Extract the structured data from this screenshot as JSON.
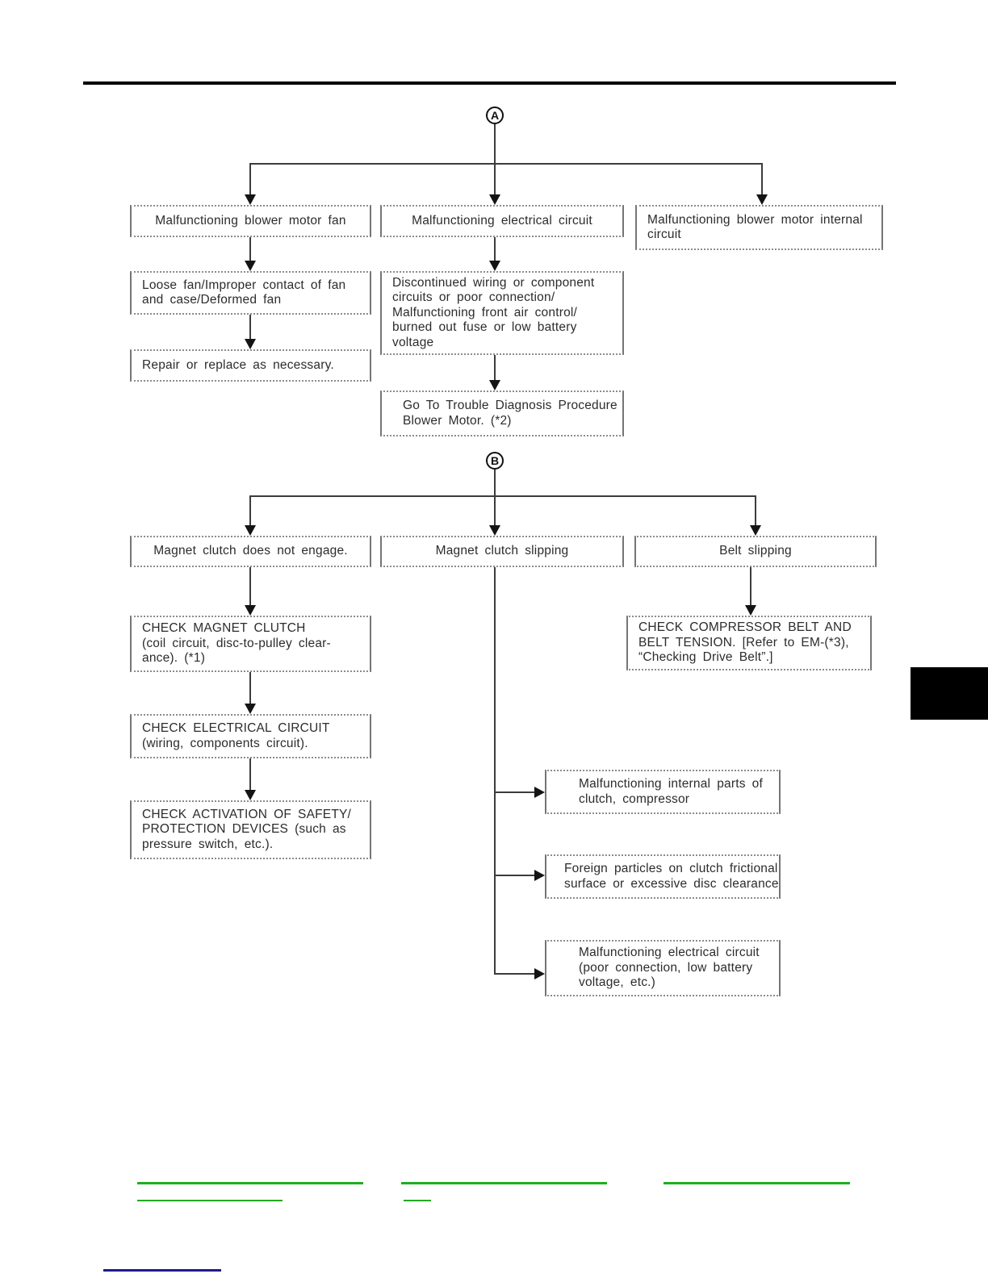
{
  "markers": {
    "a": "A",
    "b": "B"
  },
  "nodes": {
    "malfunctioning_blower_fan": {
      "lines": [
        "Malfunctioning blower motor fan"
      ]
    },
    "malfunctioning_elec_circuit": {
      "lines": [
        "Malfunctioning electrical circuit"
      ]
    },
    "malfunctioning_blower_internal": {
      "lines": [
        "Malfunctioning blower motor internal",
        "circuit"
      ]
    },
    "loose_fan": {
      "lines": [
        "Loose fan/Improper contact of fan",
        "and case/Deformed fan"
      ]
    },
    "repair_replace": {
      "lines": [
        "Repair or replace as necessary."
      ]
    },
    "discontinued_wiring": {
      "lines": [
        "Discontinued wiring or component",
        "circuits or poor connection/",
        "Malfunctioning front air control/",
        "burned out fuse or low battery",
        "voltage"
      ]
    },
    "go_to_trouble": {
      "lines": [
        "Go To Trouble Diagnosis Procedure",
        "Blower Motor. (*2)"
      ]
    },
    "clutch_not_engage": {
      "lines": [
        "Magnet clutch does not engage."
      ]
    },
    "clutch_slipping": {
      "lines": [
        "Magnet clutch slipping"
      ]
    },
    "belt_slipping": {
      "lines": [
        "Belt slipping"
      ]
    },
    "check_magnet_clutch": {
      "lines": [
        "CHECK MAGNET CLUTCH",
        "(coil circuit, disc-to-pulley clear-",
        "ance). (*1)"
      ]
    },
    "check_electrical_circuit": {
      "lines": [
        "CHECK ELECTRICAL CIRCUIT",
        "(wiring, components circuit)."
      ]
    },
    "check_safety_devices": {
      "lines": [
        "CHECK ACTIVATION OF SAFETY/",
        "PROTECTION DEVICES (such as",
        "pressure switch, etc.)."
      ]
    },
    "check_compressor_belt": {
      "lines": [
        "CHECK COMPRESSOR BELT AND",
        "BELT TENSION. [Refer to EM-(*3),",
        "“Checking Drive Belt”.]"
      ]
    },
    "internal_parts": {
      "lines": [
        "Malfunctioning internal parts of",
        "clutch, compressor"
      ]
    },
    "foreign_particles": {
      "lines": [
        "Foreign particles on clutch frictional",
        "surface or excessive disc clearance"
      ]
    },
    "elec_circuit_poor": {
      "lines": [
        "Malfunctioning electrical circuit",
        "(poor connection, low battery",
        "voltage, etc.)"
      ]
    }
  },
  "decor": {
    "link_green": "#1fae1f",
    "link_navy": "#1b1b8e",
    "tab_color": "#000000"
  }
}
